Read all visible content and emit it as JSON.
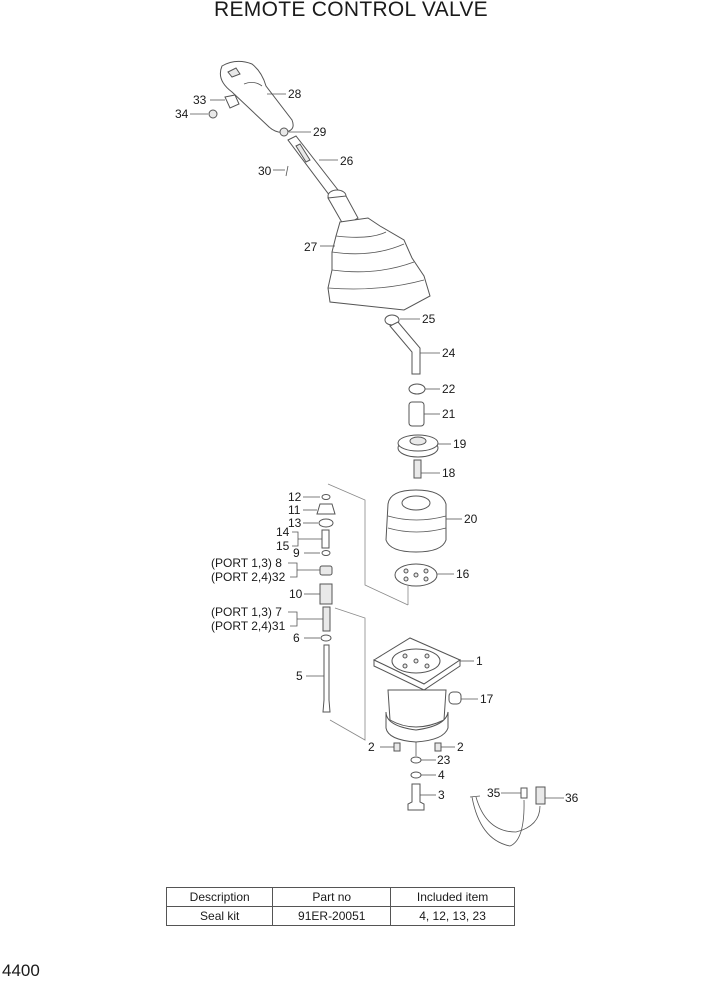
{
  "title": "REMOTE CONTROL VALVE",
  "page_number": "4400",
  "callouts": {
    "c1": "1",
    "c2a": "2",
    "c2b": "2",
    "c3": "3",
    "c4": "4",
    "c5": "5",
    "c6": "6",
    "c7": "(PORT 1,3)  7",
    "c31": "(PORT 2,4)31",
    "c8": "(PORT 1,3)  8",
    "c32": "(PORT 2,4)32",
    "c9": "9",
    "c10": "10",
    "c11": "11",
    "c12": "12",
    "c13": "13",
    "c14": "14",
    "c15": "15",
    "c16": "16",
    "c17": "17",
    "c18": "18",
    "c19": "19",
    "c20": "20",
    "c21": "21",
    "c22": "22",
    "c23": "23",
    "c24": "24",
    "c25": "25",
    "c26": "26",
    "c27": "27",
    "c28": "28",
    "c29": "29",
    "c30": "30",
    "c33": "33",
    "c34": "34",
    "c35": "35",
    "c36": "36"
  },
  "kit_table": {
    "headers": [
      "Description",
      "Part no",
      "Included item"
    ],
    "rows": [
      [
        "Seal kit",
        "91ER-20051",
        "4, 12, 13, 23"
      ]
    ]
  }
}
